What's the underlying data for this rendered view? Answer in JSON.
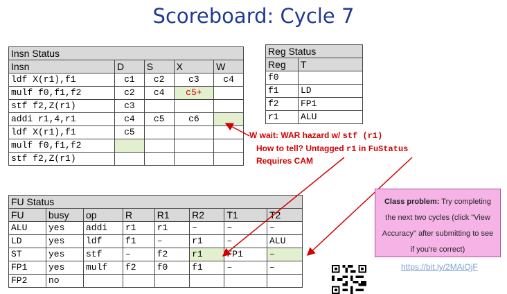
{
  "title": "Scoreboard: Cycle 7",
  "insn_status": {
    "caption": "Insn Status",
    "headers": [
      "Insn",
      "D",
      "S",
      "X",
      "W"
    ],
    "rows": [
      [
        "ldf X(r1),f1",
        "c1",
        "c2",
        "c3",
        "c4"
      ],
      [
        "mulf f0,f1,f2",
        "c2",
        "c4",
        "c5+",
        ""
      ],
      [
        "stf f2,Z(r1)",
        "c3",
        "",
        "",
        ""
      ],
      [
        "addi r1,4,r1",
        "c4",
        "c5",
        "c6",
        ""
      ],
      [
        "ldf X(r1),f1",
        "c5",
        "",
        "",
        ""
      ],
      [
        "mulf f0,f1,f2",
        "",
        "",
        "",
        ""
      ],
      [
        "stf f2,Z(r1)",
        "",
        "",
        "",
        ""
      ]
    ]
  },
  "reg_status": {
    "caption": "Reg Status",
    "headers": [
      "Reg",
      "T"
    ],
    "rows": [
      [
        "f0",
        ""
      ],
      [
        "f1",
        "LD"
      ],
      [
        "f2",
        "FP1"
      ],
      [
        "r1",
        "ALU"
      ]
    ]
  },
  "fu_status": {
    "caption": "FU Status",
    "headers": [
      "FU",
      "busy",
      "op",
      "R",
      "R1",
      "R2",
      "T1",
      "T2"
    ],
    "rows": [
      [
        "ALU",
        "yes",
        "addi",
        "r1",
        "r1",
        "–",
        "–",
        "–"
      ],
      [
        "LD",
        "yes",
        "ldf",
        "f1",
        "–",
        "r1",
        "–",
        "ALU"
      ],
      [
        "ST",
        "yes",
        "stf",
        "–",
        "f2",
        "r1",
        "FP1",
        "–"
      ],
      [
        "FP1",
        "yes",
        "mulf",
        "f2",
        "f0",
        "f1",
        "–",
        "–"
      ],
      [
        "FP2",
        "no",
        "",
        "",
        "",
        "",
        "",
        ""
      ]
    ]
  },
  "annotation": {
    "line1_a": "W wait: WAR hazard w/ ",
    "line1_code": "stf (r1)",
    "line2_a": "How to tell? Untagged ",
    "line2_code1": "r1",
    "line2_b": " in ",
    "line2_code2": "FuStatus",
    "line3": "Requires CAM"
  },
  "class_problem": {
    "bold": "Class problem:",
    "text": " Try completing the next two cycles (click \"View Accuracy\" after submitting to see if you're correct)"
  },
  "link_text": "https://bit.ly/2MAiQjF",
  "colors": {
    "title": "#1f3a93",
    "annotation": "#d40000",
    "highlight": "#e2f0d0",
    "class_box": "#f5b3e6"
  }
}
